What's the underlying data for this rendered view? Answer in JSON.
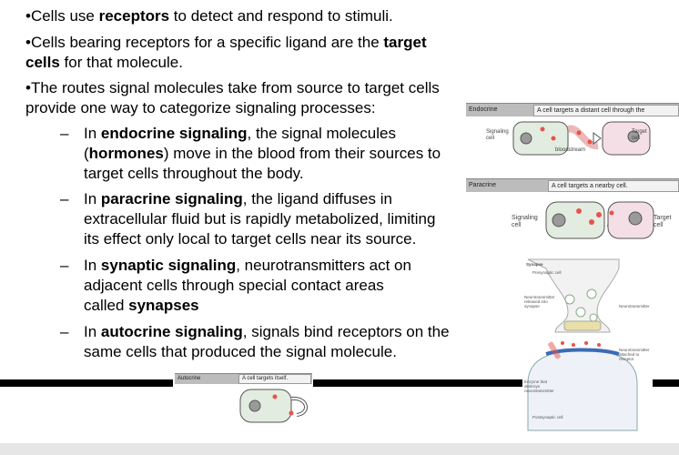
{
  "bullets": [
    {
      "pre": "•Cells use ",
      "bold": "receptors",
      "post": " to detect and respond to stimuli."
    },
    {
      "line1_pre": "•Cells bearing receptors for a specific ligand are the ",
      "line1_bold": "target",
      "line2_bold": "cells",
      "line2_post": " for that molecule."
    },
    {
      "line1": "•The routes signal molecules take from source to target cells",
      "line2": "provide one way to categorize signaling processes:"
    }
  ],
  "sub": {
    "dash": "–",
    "endocrine": {
      "pre": "In ",
      "bold": "endocrine signaling",
      "post": ", the signal molecules",
      "l2_pre": "(",
      "l2_bold": "hormones",
      "l2_post": ") move in the blood from their sources to",
      "l3": "target cells throughout the body."
    },
    "paracrine": {
      "pre": "In ",
      "bold": "paracrine signaling",
      "post": ", the ligand diffuses in",
      "l2": "extracellular fluid but is rapidly metabolized, limiting",
      "l3": "its effect only local to target cells near its source."
    },
    "synaptic": {
      "pre": "In ",
      "bold": "synaptic signaling",
      "post": ", neurotransmitters act on",
      "l2": "adjacent cells through special contact areas",
      "l3_pre": "called ",
      "l3_bold": "synapses"
    },
    "autocrine": {
      "pre": "In ",
      "bold": "autocrine signaling",
      "post": ", signals bind receptors on the",
      "l2": "same cells that produced the signal molecule."
    }
  },
  "figures": {
    "endocrine": {
      "label": "Endocrine",
      "caption": "A cell targets a distant cell through the bloodstream.",
      "signaling": "Signaling",
      "cell": "cell",
      "target": "Target",
      "target_cell": "cell",
      "bloodstream": "bloodstream"
    },
    "paracrine": {
      "label": "Paracrine",
      "caption": "A cell targets a nearby cell.",
      "signaling": "Signaling",
      "cell": "cell",
      "target": "Target",
      "target_cell": "cell"
    },
    "synapse": {
      "title": "Synapse",
      "presynaptic": "Presynaptic cell",
      "nt_release_1": "Neurotransmitter",
      "nt_release_2": "released into",
      "nt_release_3": "synapse",
      "nt_vesicle": "Neurotransmitter",
      "nt_attached_1": "Neurotransmitter",
      "nt_attached_2": "attached to",
      "nt_attached_3": "receptor",
      "enzyme_1": "Enzyme that",
      "enzyme_2": "destroys",
      "enzyme_3": "neurotransmitter",
      "postsynaptic": "Postsynaptic cell"
    },
    "autocrine": {
      "label": "Autocrine",
      "caption": "A cell targets itself."
    }
  },
  "colors": {
    "cell_green": "#e3ece0",
    "cell_border": "#555555",
    "target_pink": "#f5dfe6",
    "signal_red": "#e8524a",
    "receptor_blue": "#3b6bb5",
    "header_gray": "#bcbcbc"
  }
}
